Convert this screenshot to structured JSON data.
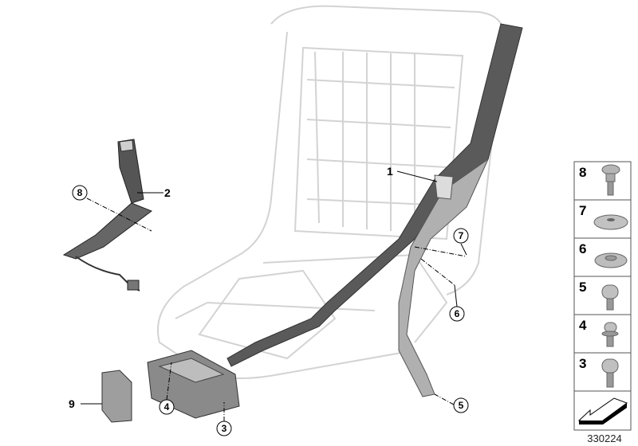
{
  "diagram_number": "330224",
  "callouts": [
    {
      "id": "1",
      "label": "1",
      "circled": false
    },
    {
      "id": "2",
      "label": "2",
      "circled": false
    },
    {
      "id": "3",
      "label": "3",
      "circled": true
    },
    {
      "id": "4",
      "label": "4",
      "circled": true
    },
    {
      "id": "5",
      "label": "5",
      "circled": true
    },
    {
      "id": "6",
      "label": "6",
      "circled": true
    },
    {
      "id": "7",
      "label": "7",
      "circled": true
    },
    {
      "id": "8",
      "label": "8",
      "circled": true
    },
    {
      "id": "9",
      "label": "9",
      "circled": false
    }
  ],
  "parts_panel": {
    "items": [
      {
        "label": "8",
        "icon": "collar-screw-icon"
      },
      {
        "label": "7",
        "icon": "washer-icon"
      },
      {
        "label": "6",
        "icon": "clip-nut-icon"
      },
      {
        "label": "5",
        "icon": "torx-screw-icon"
      },
      {
        "label": "4",
        "icon": "flange-screw-icon"
      },
      {
        "label": "3",
        "icon": "torx-screw-icon"
      }
    ],
    "direction_icon": "arrow-down-left-icon"
  },
  "colors": {
    "belt": "#4a4a4a",
    "seat_outline": "#d0d0d0",
    "hardware": "#9a9a9a"
  }
}
